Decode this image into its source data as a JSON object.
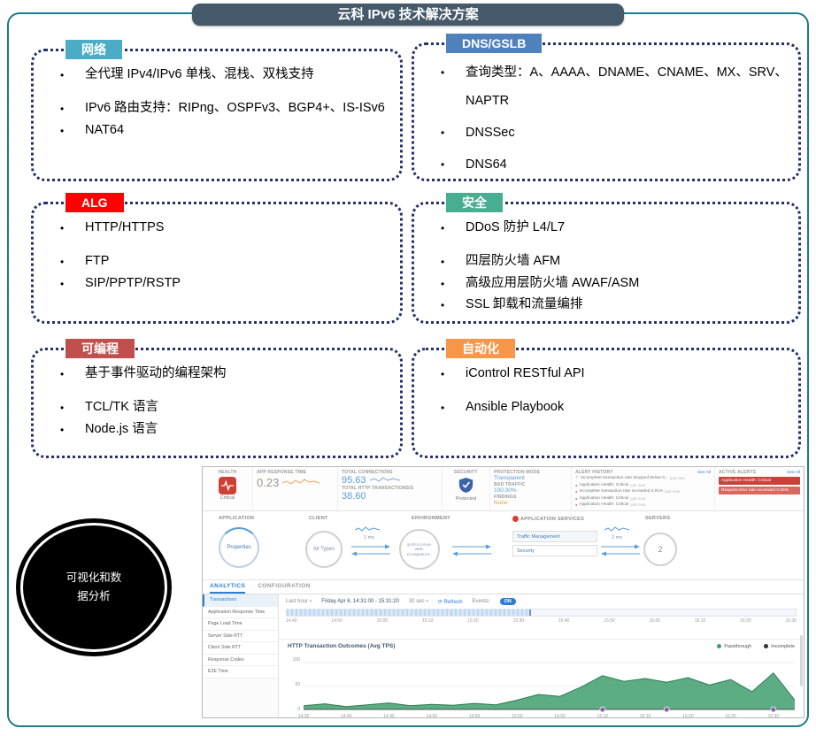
{
  "title": "云科 IPv6 技术解决方案",
  "boxes": [
    {
      "label": "网络",
      "color": "#4bacc6",
      "groups": [
        [
          "全代理 IPv4/IPv6 单栈、混栈、双栈支持"
        ],
        [
          "IPv6 路由支持：RIPng、OSPFv3、BGP4+、IS-ISv6",
          "NAT64"
        ]
      ]
    },
    {
      "label": "DNS/GSLB",
      "color": "#4f81bd",
      "groups": [
        [
          "查询类型：A、AAAA、DNAME、CNAME、MX、SRV、NAPTR"
        ],
        [
          "DNSSec"
        ],
        [
          "DNS64"
        ]
      ]
    },
    {
      "label": "ALG",
      "color": "#ff0000",
      "groups": [
        [
          "HTTP/HTTPS"
        ],
        [
          "FTP",
          "SIP/PPTP/RSTP"
        ]
      ]
    },
    {
      "label": "安全",
      "color": "#47ae92",
      "groups": [
        [
          "DDoS 防护 L4/L7"
        ],
        [
          "四层防火墙 AFM",
          "高级应用层防火墙 AWAF/ASM",
          "SSL 卸载和流量编排"
        ]
      ]
    },
    {
      "label": "可编程",
      "color": "#c0504d",
      "groups": [
        [
          "基于事件驱动的编程架构"
        ],
        [
          "TCL/TK 语言",
          "Node.js 语言"
        ]
      ]
    },
    {
      "label": "自动化",
      "color": "#f79646",
      "groups": [
        [
          "iControl RESTful API"
        ],
        [
          "Ansible Playbook"
        ]
      ]
    }
  ],
  "callout": {
    "text": "可视化和数据分析"
  },
  "dashboard": {
    "kpis": {
      "health_label": "HEALTH",
      "health_status": "Critical",
      "art_label": "APP RESPONSE TIME",
      "art_value": "0.23",
      "connections_label": "TOTAL CONNECTIONS",
      "connections_value": "95.63",
      "http_label": "TOTAL HTTP TRANSACTIONS/S",
      "http_value": "38.60",
      "security_label": "SECURITY",
      "security_status": "Protected",
      "mode_label": "PROTECTION MODE",
      "mode_value": "Transparent",
      "bad_label": "BAD TRAFFIC",
      "bad_value": "100.00%",
      "findings_label": "FINDINGS",
      "findings_value": "None"
    },
    "alert_history": {
      "title": "ALERT HISTORY",
      "see_all": "See All",
      "items": [
        {
          "type": "ok",
          "text": "Incomplete transaction rate dropped below 0...",
          "time": "just now"
        },
        {
          "type": "critical",
          "text": "Application Health: Critical",
          "time": "just now"
        },
        {
          "type": "critical",
          "text": "Incomplete transaction rate exceeded 0.01%",
          "time": "just now"
        },
        {
          "type": "critical",
          "text": "Application Health: Critical",
          "time": "just now"
        },
        {
          "type": "critical",
          "text": "Application Health: Critical",
          "time": "just now"
        }
      ]
    },
    "active_alerts": {
      "title": "ACTIVE ALERTS",
      "see_all": "See All",
      "items": [
        "Application Health: Critical",
        "Request error rate exceeded 0.05%"
      ]
    },
    "topology": {
      "app_label": "APPLICATION",
      "app_node": "Properties",
      "client_label": "CLIENT",
      "client_node": "All Types",
      "client_latency": "1 ms",
      "env_label": "ENVIRONMENT",
      "env_node": "ip-10-1-1-8-us-west-2.compute.int...",
      "services_label": "APPLICATION SERVICES",
      "services": [
        "Traffic Management",
        "Security"
      ],
      "servers_label": "SERVERS",
      "servers_count": "2",
      "server_latency": "2 ms"
    },
    "tabs": {
      "analytics": "ANALYTICS",
      "configuration": "CONFIGURATION"
    },
    "sidebar": {
      "items": [
        "Transactions",
        "Application Response Time",
        "Page Load Time",
        "Server Side RTT",
        "Client Side RTT",
        "Response Codes",
        "E2E Time"
      ],
      "active": "Transactions"
    },
    "toolbar": {
      "range": "Last hour",
      "date_range": "Friday Apr 6, 14:31:00 - 15:31:20",
      "interval": "30 sec",
      "refresh": "Refresh",
      "events_label": "Events:",
      "events_state": "ON"
    },
    "timeline": {
      "ticks": [
        "14:40",
        "14:50",
        "15:00",
        "15:10",
        "15:20",
        "15:30",
        "15:40",
        "15:50",
        "16:00",
        "16:10",
        "16:20",
        "16:30"
      ],
      "selected_fraction": 0.48
    }
  },
  "chart_data": {
    "type": "area",
    "title": "HTTP Transaction Outcomes (Avg TPS)",
    "x_ticks": [
      "14:35",
      "14:40",
      "14:45",
      "14:50",
      "14:55",
      "15:00",
      "15:05",
      "15:10",
      "15:15",
      "15:20",
      "15:25",
      "15:30"
    ],
    "points_per_tick": 2,
    "ylim": [
      0,
      100
    ],
    "yticks": [
      0,
      50,
      100
    ],
    "legend": [
      {
        "name": "Passthrough",
        "color": "#3f9e6e"
      },
      {
        "name": "Incomplete",
        "color": "#333333"
      }
    ],
    "series": [
      {
        "name": "Passthrough",
        "color": "#3f9e6e",
        "values": [
          8,
          12,
          6,
          10,
          14,
          8,
          11,
          9,
          13,
          10,
          20,
          32,
          28,
          48,
          72,
          60,
          66,
          58,
          68,
          52,
          64,
          38,
          78,
          20
        ]
      },
      {
        "name": "Incomplete",
        "color": "#333333",
        "values": [
          0,
          0,
          0,
          0,
          0,
          0,
          0,
          0,
          0,
          0,
          0,
          0,
          0,
          0,
          0,
          0,
          0,
          0,
          0,
          0,
          0,
          0,
          0,
          0
        ]
      }
    ],
    "event_marker_indices": [
      14,
      17,
      22
    ],
    "grid": true,
    "legend_position": "top-right"
  }
}
